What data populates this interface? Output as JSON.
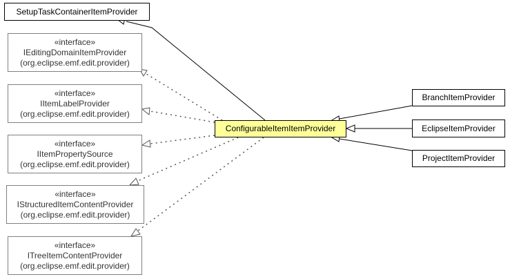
{
  "diagram": {
    "classes": {
      "setup_task": {
        "name": "SetupTaskContainerItemProvider"
      },
      "configurable": {
        "name": "ConfigurableItemItemProvider"
      },
      "branch": {
        "name": "BranchItemProvider"
      },
      "eclipse": {
        "name": "EclipseItemProvider"
      },
      "project": {
        "name": "ProjectItemProvider"
      }
    },
    "interfaces": [
      {
        "stereotype": "«interface»",
        "name": "IEditingDomainItemProvider",
        "package": "(org.eclipse.emf.edit.provider)"
      },
      {
        "stereotype": "«interface»",
        "name": "IItemLabelProvider",
        "package": "(org.eclipse.emf.edit.provider)"
      },
      {
        "stereotype": "«interface»",
        "name": "IItemPropertySource",
        "package": "(org.eclipse.emf.edit.provider)"
      },
      {
        "stereotype": "«interface»",
        "name": "IStructuredItemContentProvider",
        "package": "(org.eclipse.emf.edit.provider)"
      },
      {
        "stereotype": "«interface»",
        "name": "ITreeItemContentProvider",
        "package": "(org.eclipse.emf.edit.provider)"
      }
    ],
    "colors": {
      "highlight": "#ffff99",
      "interface_border": "#7f7f7f",
      "line": "#000000"
    }
  }
}
